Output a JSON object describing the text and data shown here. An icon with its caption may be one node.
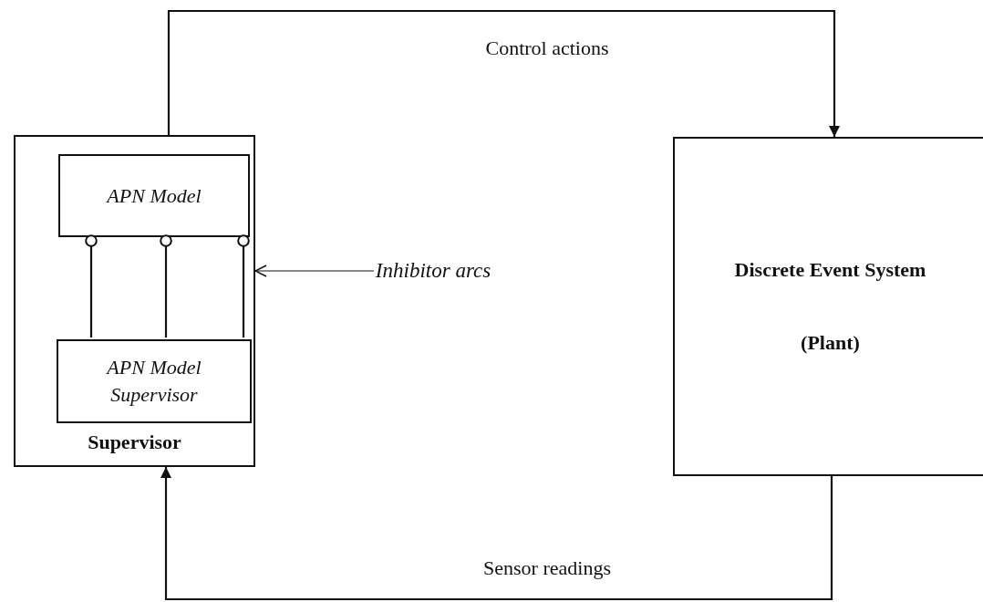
{
  "diagram": {
    "nodes": [
      {
        "text": [
          "Supervisor"
        ]
      },
      {
        "text": [
          "APN Model"
        ],
        "in": 0
      },
      {
        "text": [
          "APN Model Supervisor"
        ],
        "in": 0
      },
      {
        "text": [
          "Discrete Event System",
          "(Plant)"
        ]
      },
      {
        "text": [
          "Inhibitor arcs"
        ]
      }
    ],
    "edges": [
      {
        "from": 0,
        "to": 3,
        "arrow": "to",
        "label": "Control actions"
      },
      {
        "from": 3,
        "to": 0,
        "arrow": "to",
        "label": "Sensor readings"
      },
      {
        "from": 2,
        "to": 1,
        "arrow": "other"
      },
      {
        "from": 2,
        "to": 1,
        "arrow": "other"
      },
      {
        "from": 2,
        "to": 1,
        "arrow": "other"
      },
      {
        "from": 4,
        "to": 0,
        "arrow": "to"
      }
    ]
  }
}
